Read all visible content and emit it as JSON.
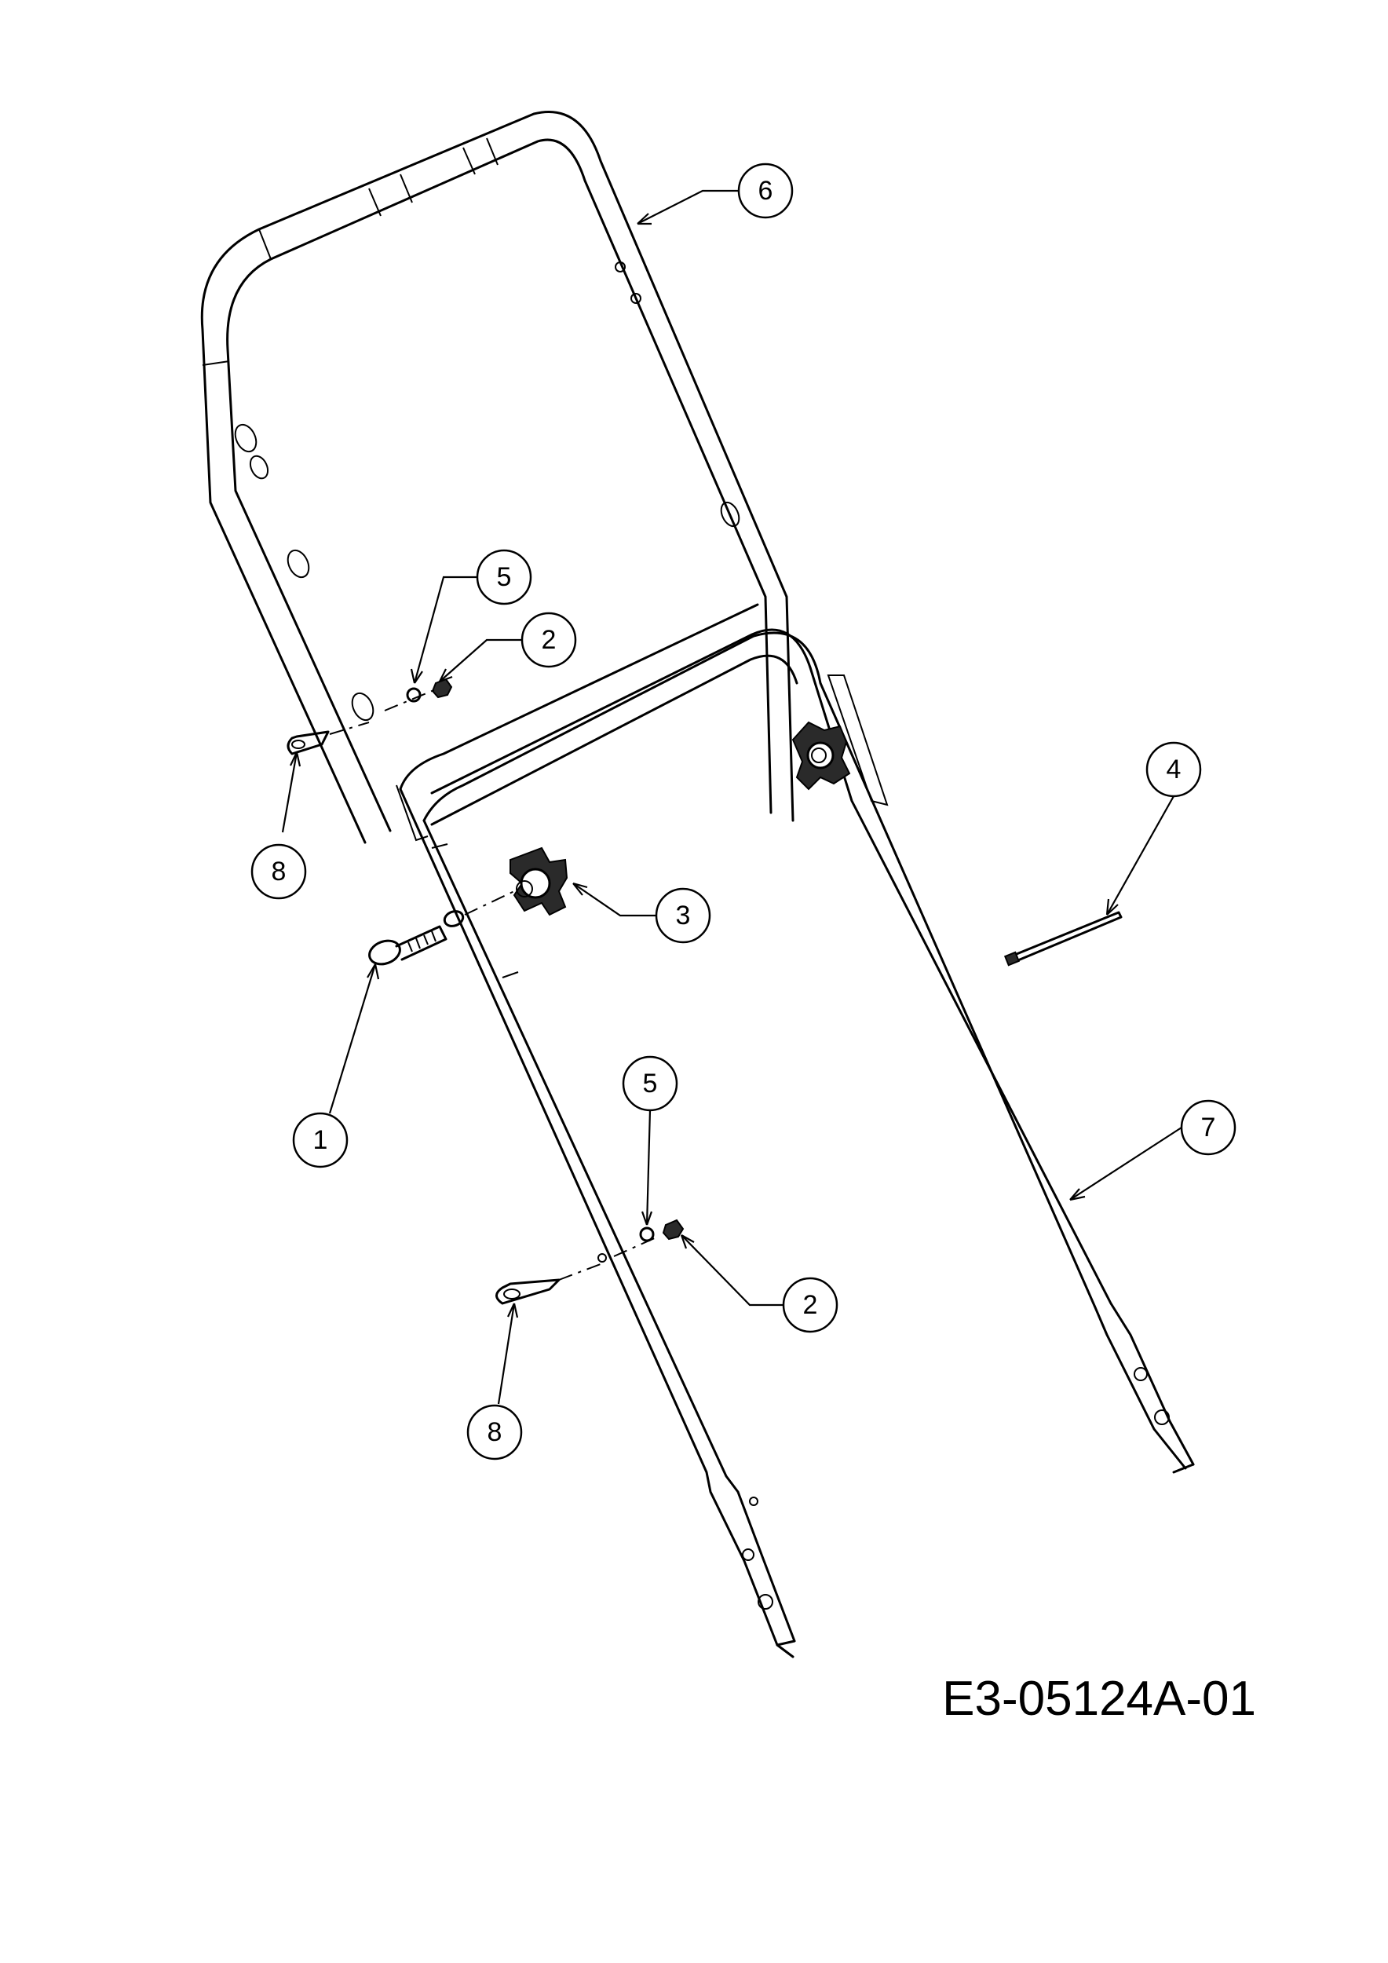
{
  "diagram": {
    "reference_code": "E3-05124A-01",
    "callouts": {
      "c1": "1",
      "c2a": "2",
      "c2b": "2",
      "c3": "3",
      "c4": "4",
      "c5a": "5",
      "c5b": "5",
      "c6": "6",
      "c7": "7",
      "c8a": "8",
      "c8b": "8"
    }
  }
}
